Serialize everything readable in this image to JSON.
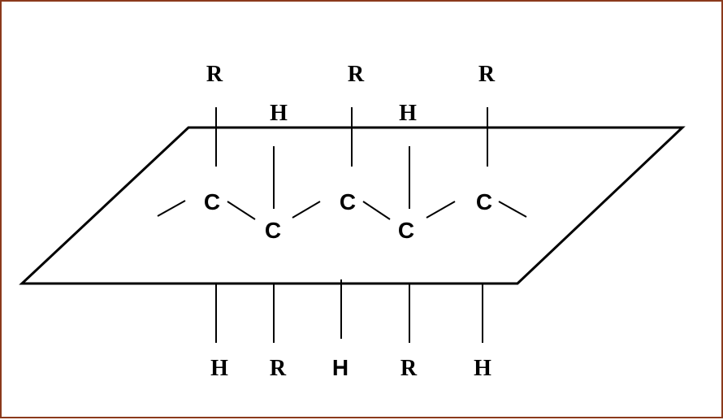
{
  "figure": {
    "plane_stroke": "#000000",
    "frame_color": "#8b3a1c",
    "top_labels": [
      "R",
      "H",
      "R",
      "H",
      "R"
    ],
    "carbon_labels": [
      "C",
      "C",
      "C",
      "C",
      "C"
    ],
    "bottom_labels": [
      "H",
      "R",
      "H",
      "R",
      "H"
    ]
  }
}
